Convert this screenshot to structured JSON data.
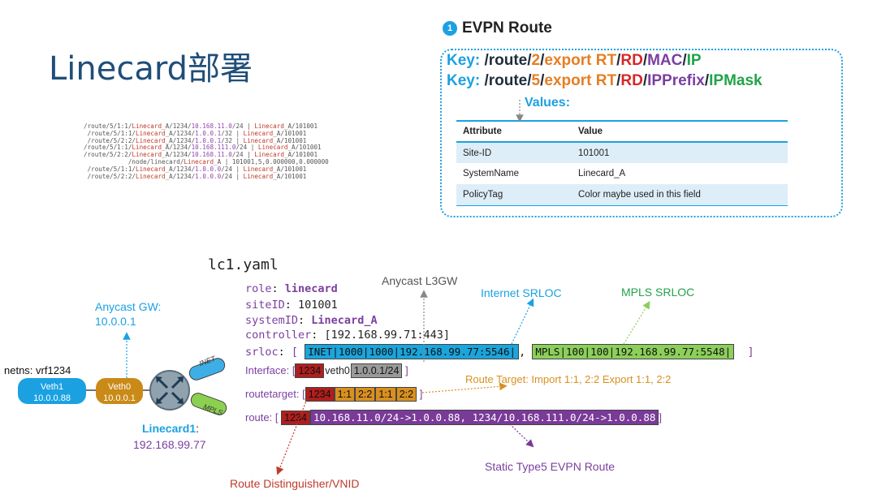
{
  "title": "Linecard部署",
  "route_list": [
    {
      "pre": "/route/5/1:1/",
      "red1": "Linecard",
      "mid1": "_A/1234/",
      "pur": "10.168.11.0",
      "mid2": "/24 | ",
      "red2": "Linecard",
      "post": "_A/101001"
    },
    {
      "pre": " /route/5/1:1/",
      "red1": "Linecard",
      "mid1": "_A/1234/",
      "pur": "1.0.0.1",
      "mid2": "/32 | ",
      "red2": "Linecard",
      "post": "_A/101001"
    },
    {
      "pre": " /route/5/2:2/",
      "red1": "Linecard",
      "mid1": "_A/1234/",
      "pur": "1.0.0.1",
      "mid2": "/32 | ",
      "red2": "Linecard",
      "post": "_A/101001"
    },
    {
      "pre": "/route/5/1:1/",
      "red1": "Linecard",
      "mid1": "_A/1234/",
      "pur": "10.168.111.0",
      "mid2": "/24 | ",
      "red2": "Linecard",
      "post": "_A/101001"
    },
    {
      "pre": "/route/5/2:2/",
      "red1": "Linecard",
      "mid1": "_A/1234/",
      "pur": "10.168.11.0",
      "mid2": "/24 | ",
      "red2": "Linecard",
      "post": "_A/101001"
    },
    {
      "pre": "            /node/linecard/",
      "red1": "Linecard",
      "mid1": "_A | 101001,5,0.000000,0.000000",
      "pur": "",
      "mid2": "",
      "red2": "",
      "post": ""
    },
    {
      "pre": " /route/5/1:1/",
      "red1": "Linecard",
      "mid1": "_A/1234/",
      "pur": "1.0.0.0",
      "mid2": "/24 | ",
      "red2": "Linecard",
      "post": "_A/101001"
    },
    {
      "pre": " /route/5/2:2/",
      "red1": "Linecard",
      "mid1": "_A/1234/",
      "pur": "1.0.0.0",
      "mid2": "/24 | ",
      "red2": "Linecard",
      "post": "_A/101001"
    }
  ],
  "evpn": {
    "number": "1",
    "heading": "EVPN Route",
    "key1": {
      "k": "Key: ",
      "p1": "/route/",
      "n": "2",
      "s1": "/",
      "exp": "export ",
      "rt": "RT",
      "s2": "/",
      "rd": "RD",
      "s3": "/",
      "m": "MAC",
      "s4": "/",
      "ip": "IP"
    },
    "key2": {
      "k": "Key: ",
      "p1": "/route/",
      "n": "5",
      "s1": "/",
      "exp": "export ",
      "rt": "RT",
      "s2": "/",
      "rd": "RD",
      "s3": "/",
      "m": "IPPrefix",
      "s4": "/",
      "ip": "IPMask"
    },
    "values_label": "Values:",
    "table": {
      "headers": [
        "Attribute",
        "Value"
      ],
      "rows": [
        [
          "Site-ID",
          "101001"
        ],
        [
          "SystemName",
          "Linecard_A"
        ],
        [
          "PolicyTag",
          "Color maybe used in this field"
        ]
      ]
    }
  },
  "yaml": {
    "filename": "lc1.yaml",
    "role_key": "role",
    "role_val": "linecard",
    "site_key": "siteID",
    "site_val": "101001",
    "sys_key": "systemID",
    "sys_val": "Linecard_A",
    "ctrl_key": "controller",
    "ctrl_val": "[192.168.99.71:443]",
    "srloc_key": "srloc",
    "srloc_open": "[",
    "srloc_inet": " INET|1000|1000|192.168.99.77:5546|",
    "srloc_comma": ",",
    "srloc_mpls": " MPLS|100|100|192.168.99.77:5548|",
    "srloc_close": "]",
    "iface_key": "Interface:",
    "iface_open": "[",
    "iface_vnid": "1234",
    "iface_name": "veth0",
    "iface_ip": "1.0.0.1/24",
    "iface_close": "]",
    "rt_key": "routetarget:",
    "rt_open": "[",
    "rt_vnid": "1234",
    "rt_a": "1:1",
    "rt_b": "2:2",
    "rt_c": "1:1",
    "rt_d": "2:2",
    "rt_close": "]",
    "route_key": "route:",
    "route_open": "[",
    "route_vnid": "1234",
    "route_val": "10.168.11.0/24->1.0.0.88, 1234/10.168.111.0/24->1.0.0.88",
    "route_close": "]"
  },
  "labels": {
    "anycast_l3gw": "Anycast L3GW",
    "internet_srloc": "Internet SRLOC",
    "mpls_srloc": "MPLS SRLOC",
    "anycast_gw": "Anycast GW:",
    "anycast_gw_ip": "10.0.0.1",
    "route_target": "Route Target: Import 1:1, 2:2 Export 1:1, 2:2",
    "static_type5": "Static Type5 EVPN Route",
    "route_dist": "Route Distinguisher/VNID"
  },
  "topology": {
    "netns": "netns: vrf1234",
    "veth1_name": "Veth1",
    "veth1_ip": "10.0.0.88",
    "veth0_name": "Veth0",
    "veth0_ip": "10.0.0.1",
    "inet": "INET",
    "mpls": "MPLS",
    "lc_name": "Linecard1",
    "lc_colon": ":",
    "lc_ip": "192.168.99.77"
  },
  "colors": {
    "accent": "#1ba1e2",
    "red": "#d62728",
    "purple": "#7b3fa0",
    "green": "#22a34a",
    "orange": "#e67e22"
  }
}
